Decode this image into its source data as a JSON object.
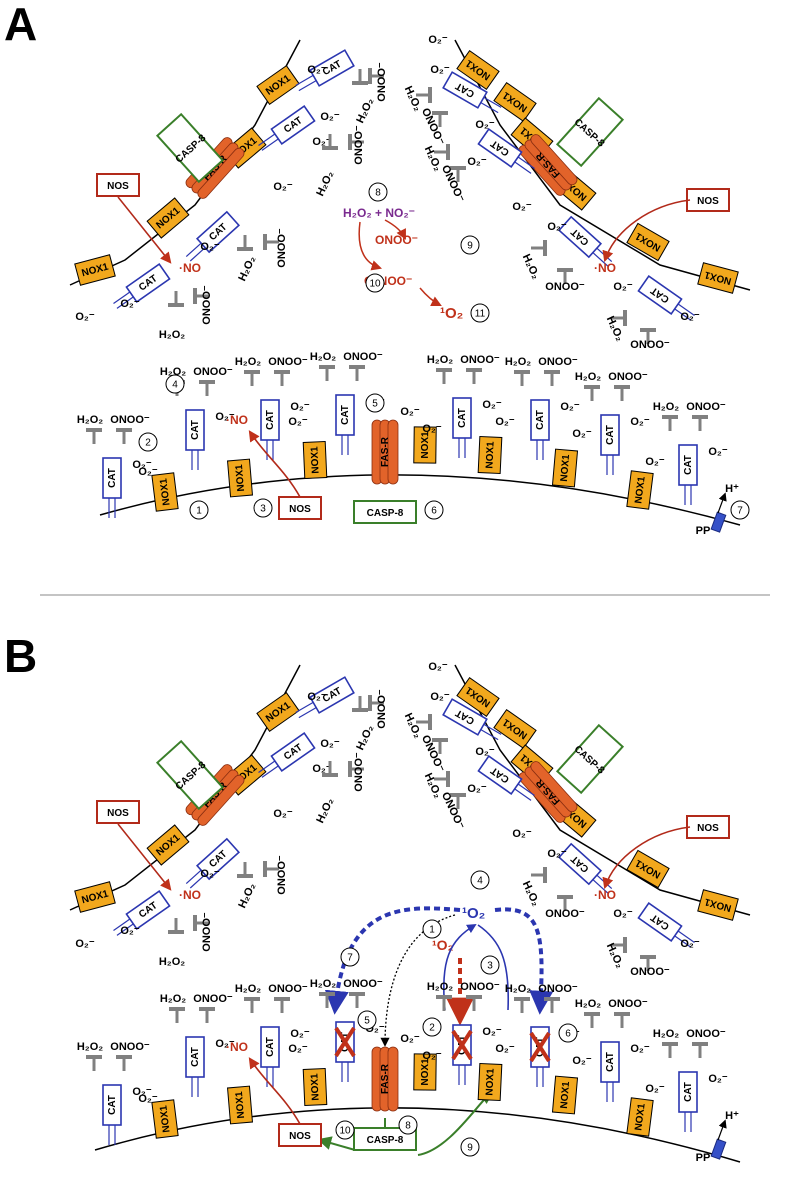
{
  "panels": {
    "a": {
      "letter": "A",
      "reaction": {
        "step8_formula": "H₂O₂ + NO₂⁻",
        "step9_product": "ONOO⁻",
        "step10_product": "O₂NOO⁻",
        "step11_product": "¹O₂"
      },
      "step_numbers": [
        "1",
        "2",
        "3",
        "4",
        "5",
        "6",
        "7",
        "8",
        "9",
        "10",
        "11"
      ]
    },
    "b": {
      "letter": "B",
      "singlet_top": "¹O₂",
      "singlet_mid": "¹O₂",
      "step_numbers": [
        "1",
        "2",
        "3",
        "4",
        "5",
        "6",
        "7",
        "8",
        "9",
        "10"
      ]
    }
  },
  "labels": {
    "nox": "NOX1",
    "cat": "CAT",
    "fas": "FAS-R",
    "casp": "CASP-8",
    "nos": "NOS",
    "no_radical": "·NO",
    "superoxide": "O₂⁻",
    "peroxide": "H₂O₂",
    "peroxynitrite": "ONOO⁻",
    "proton": "H⁺",
    "proton_pump": "PP"
  },
  "colors": {
    "nox1": "#f2a81d",
    "catalase": "#2b36b0",
    "fas_receptor": "#e2632a",
    "caspase8": "#3a7f2a",
    "nos": "#b22a1a",
    "red_arrow": "#c0311a",
    "blue_arrow": "#2b36b0",
    "green_arrow": "#3a7f2a",
    "inhibitor_bar": "#808080",
    "purple_text": "#7a2a8f"
  }
}
